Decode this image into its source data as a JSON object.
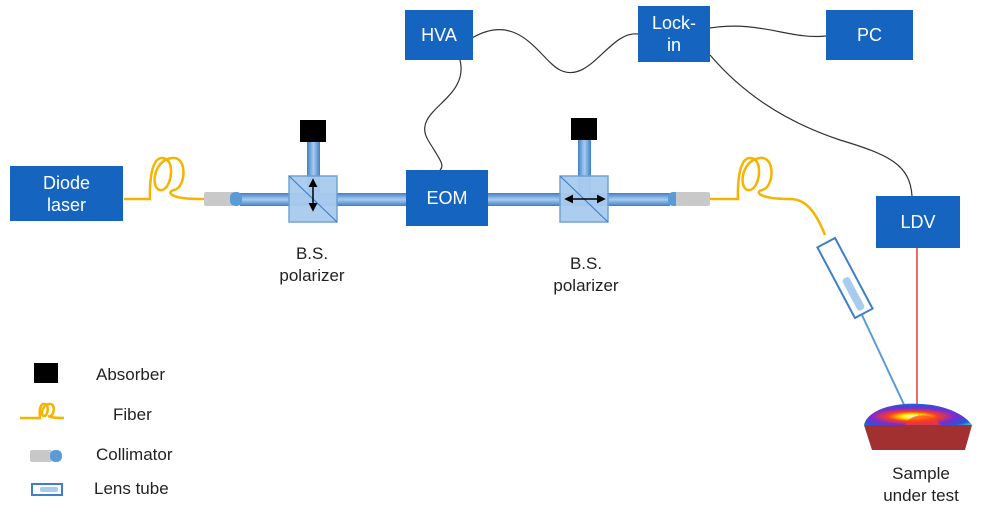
{
  "colors": {
    "box": "#1565c0",
    "beam": "#5b9bd5",
    "fiber": "#f4b400",
    "absorber": "#000000",
    "signal_wire": "#333333",
    "laser_beam": "#e53935",
    "collimator": "#c9c9c9"
  },
  "boxes": {
    "diode": [
      "Diode",
      "laser"
    ],
    "hva": "HVA",
    "lockin": [
      "Lock-",
      "in"
    ],
    "pc": "PC",
    "eom": "EOM",
    "ldv": "LDV"
  },
  "labels": {
    "bs1": [
      "B.S.",
      "polarizer"
    ],
    "bs2": [
      "B.S.",
      "polarizer"
    ],
    "sample": [
      "Sample",
      "under test"
    ]
  },
  "legend": {
    "absorber": "Absorber",
    "fiber": "Fiber",
    "collimator": "Collimator",
    "lens_tube": "Lens tube"
  }
}
